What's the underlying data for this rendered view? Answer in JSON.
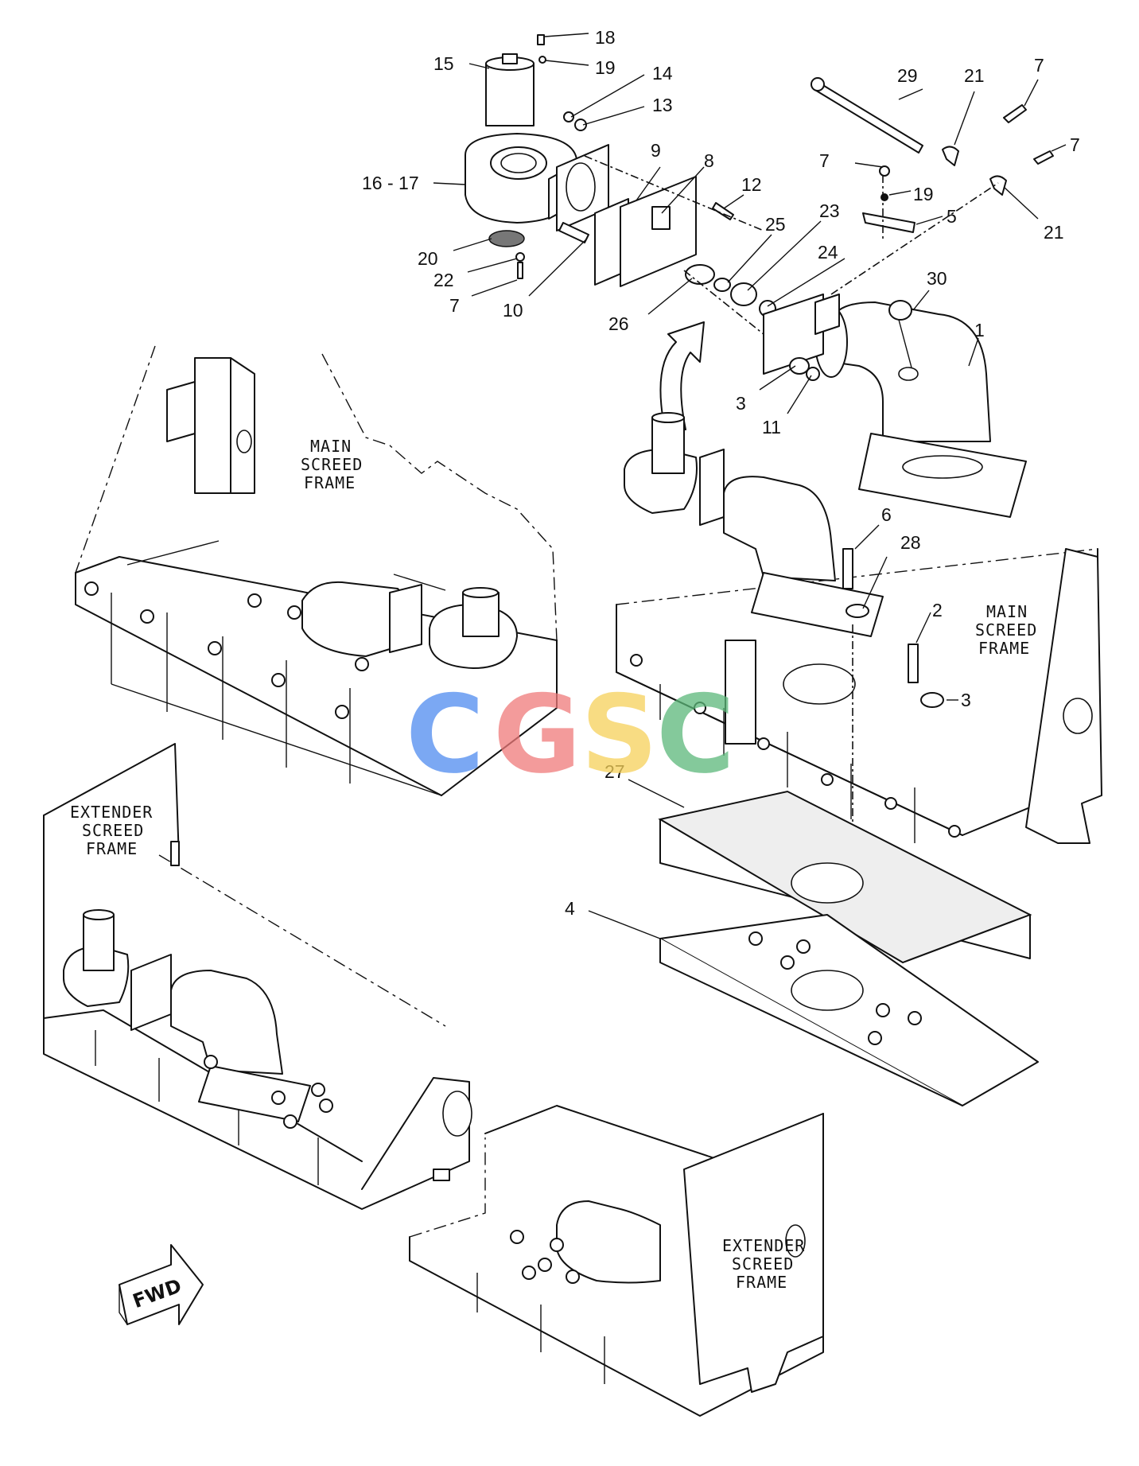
{
  "frame_labels": {
    "main_top_1": "MAIN",
    "main_top_2": "SCREED",
    "main_top_3": "FRAME",
    "main_right_1": "MAIN",
    "main_right_2": "SCREED",
    "main_right_3": "FRAME",
    "ext_left_1": "EXTENDER",
    "ext_left_2": "SCREED",
    "ext_left_3": "FRAME",
    "ext_right_1": "EXTENDER",
    "ext_right_2": "SCREED",
    "ext_right_3": "FRAME"
  },
  "direction_label": "FWD",
  "watermark": {
    "letters": [
      "C",
      "G",
      "S",
      "C"
    ],
    "colors": [
      "#4f8cf0",
      "#ef7a7a",
      "#f6d15a",
      "#5cb87a"
    ]
  },
  "callouts": {
    "c18": "18",
    "c19a": "19",
    "c15": "15",
    "c14": "14",
    "c13": "13",
    "c16_17": "16 - 17",
    "c9": "9",
    "c8": "8",
    "c12": "12",
    "c25": "25",
    "c23": "23",
    "c24": "24",
    "c20": "20",
    "c22": "22",
    "c7a": "7",
    "c10": "10",
    "c26": "26",
    "c29": "29",
    "c21a": "21",
    "c7b": "7",
    "c7c": "7",
    "c7d": "7",
    "c19b": "19",
    "c5": "5",
    "c21b": "21",
    "c30": "30",
    "c1": "1",
    "c3a": "3",
    "c11": "11",
    "c6": "6",
    "c28": "28",
    "c2": "2",
    "c3b": "3",
    "c27": "27",
    "c4": "4"
  }
}
